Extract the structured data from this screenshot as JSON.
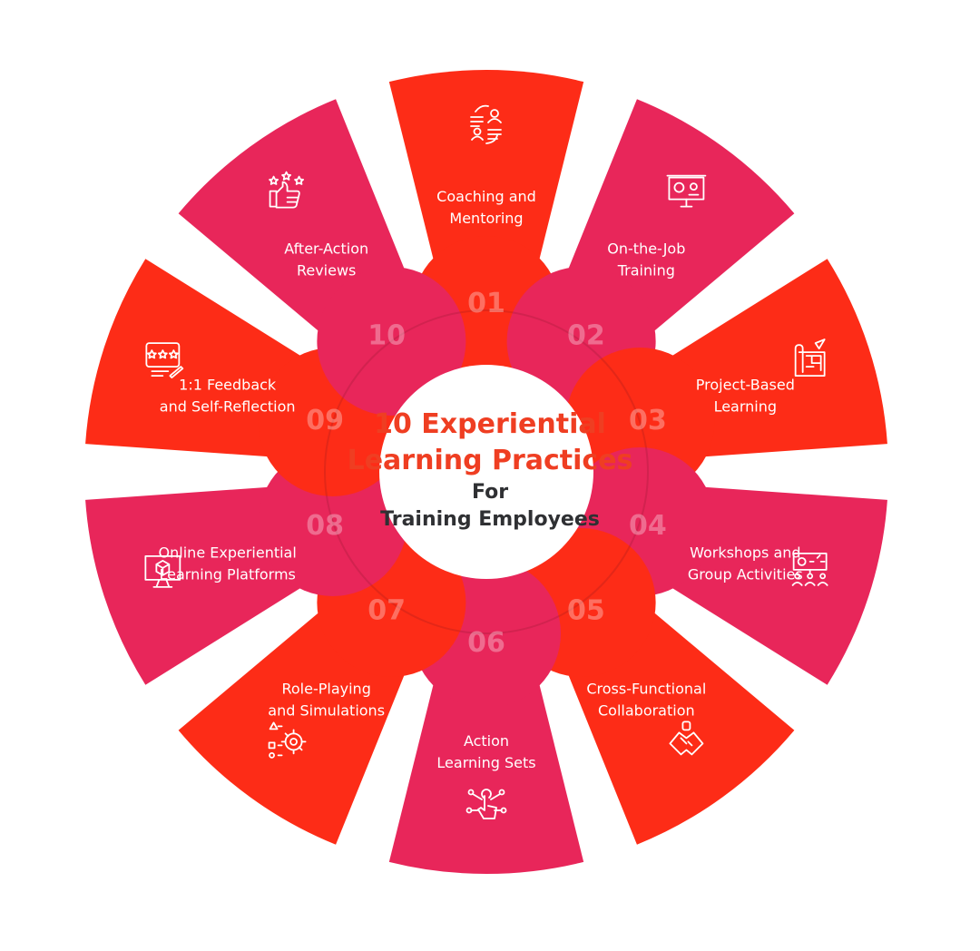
{
  "title": {
    "line1": "10 Experiential",
    "line2": "Learning Practices",
    "line3": "For",
    "line4": "Training Employees"
  },
  "colors": {
    "red": "#fd2c17",
    "pink": "#e8265a",
    "title": "#ef3e22",
    "subtitle": "#2f3033"
  },
  "segments": [
    {
      "number": "01",
      "label": [
        "Coaching and",
        "Mentoring"
      ],
      "color": "red",
      "icon": "coaching-icon"
    },
    {
      "number": "02",
      "label": [
        "On-the-Job",
        "Training"
      ],
      "color": "pink",
      "icon": "presentation-board-icon"
    },
    {
      "number": "03",
      "label": [
        "Project-Based",
        "Learning"
      ],
      "color": "red",
      "icon": "blueprint-icon"
    },
    {
      "number": "04",
      "label": [
        "Workshops and",
        "Group Activities"
      ],
      "color": "pink",
      "icon": "workshop-icon"
    },
    {
      "number": "05",
      "label": [
        "Cross-Functional",
        "Collaboration"
      ],
      "color": "red",
      "icon": "handshake-icon"
    },
    {
      "number": "06",
      "label": [
        "Action",
        "Learning Sets"
      ],
      "color": "pink",
      "icon": "touch-network-icon"
    },
    {
      "number": "07",
      "label": [
        "Role-Playing",
        "and Simulations"
      ],
      "color": "red",
      "icon": "simulation-gear-icon"
    },
    {
      "number": "08",
      "label": [
        "Online Experiential",
        "Learning Platforms"
      ],
      "color": "pink",
      "icon": "monitor-cube-icon"
    },
    {
      "number": "09",
      "label": [
        "1:1 Feedback",
        "and Self-Reflection"
      ],
      "color": "red",
      "icon": "feedback-rating-icon"
    },
    {
      "number": "10",
      "label": [
        "After-Action",
        "Reviews"
      ],
      "color": "pink",
      "icon": "thumbs-up-stars-icon"
    }
  ]
}
